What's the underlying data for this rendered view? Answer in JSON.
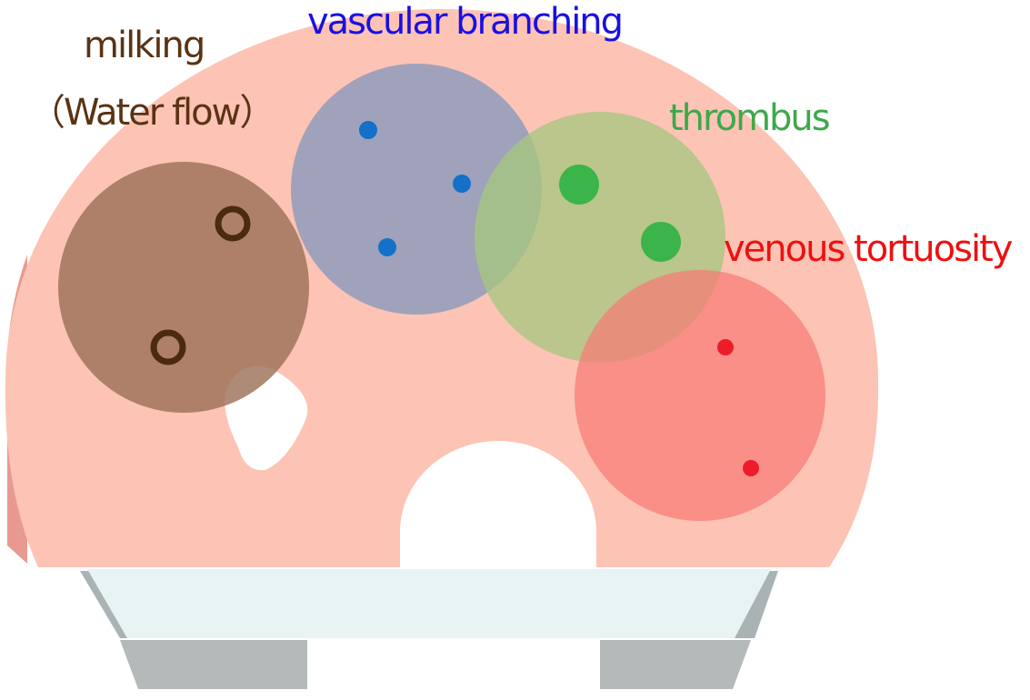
{
  "labels": {
    "milking_line1": "milking",
    "milking_line2": "（Water flow）",
    "vascular": "vascular branching",
    "thrombus": "thrombus",
    "venous": "venous tortuosity"
  },
  "colors": {
    "background": "#ffffff",
    "board": "#fdc3b5",
    "board_edge": "#e89a90",
    "tray": "#e8f3f4",
    "tray_side": "#a9b3b3",
    "feet": "#b4b9b9",
    "milking_zone": "#9c7258",
    "milking_ring": "#4a2a10",
    "milking_text": "#5a3313",
    "vascular_zone": "#8a9bbb",
    "vascular_dot": "#1470c8",
    "vascular_text": "#1a10e0",
    "thrombus_zone": "#a7c67f",
    "thrombus_dot": "#3bb44a",
    "thrombus_text": "#3da84a",
    "venous_zone": "#f77b74",
    "venous_dot": "#ee1c2a",
    "venous_text": "#ee1010"
  }
}
